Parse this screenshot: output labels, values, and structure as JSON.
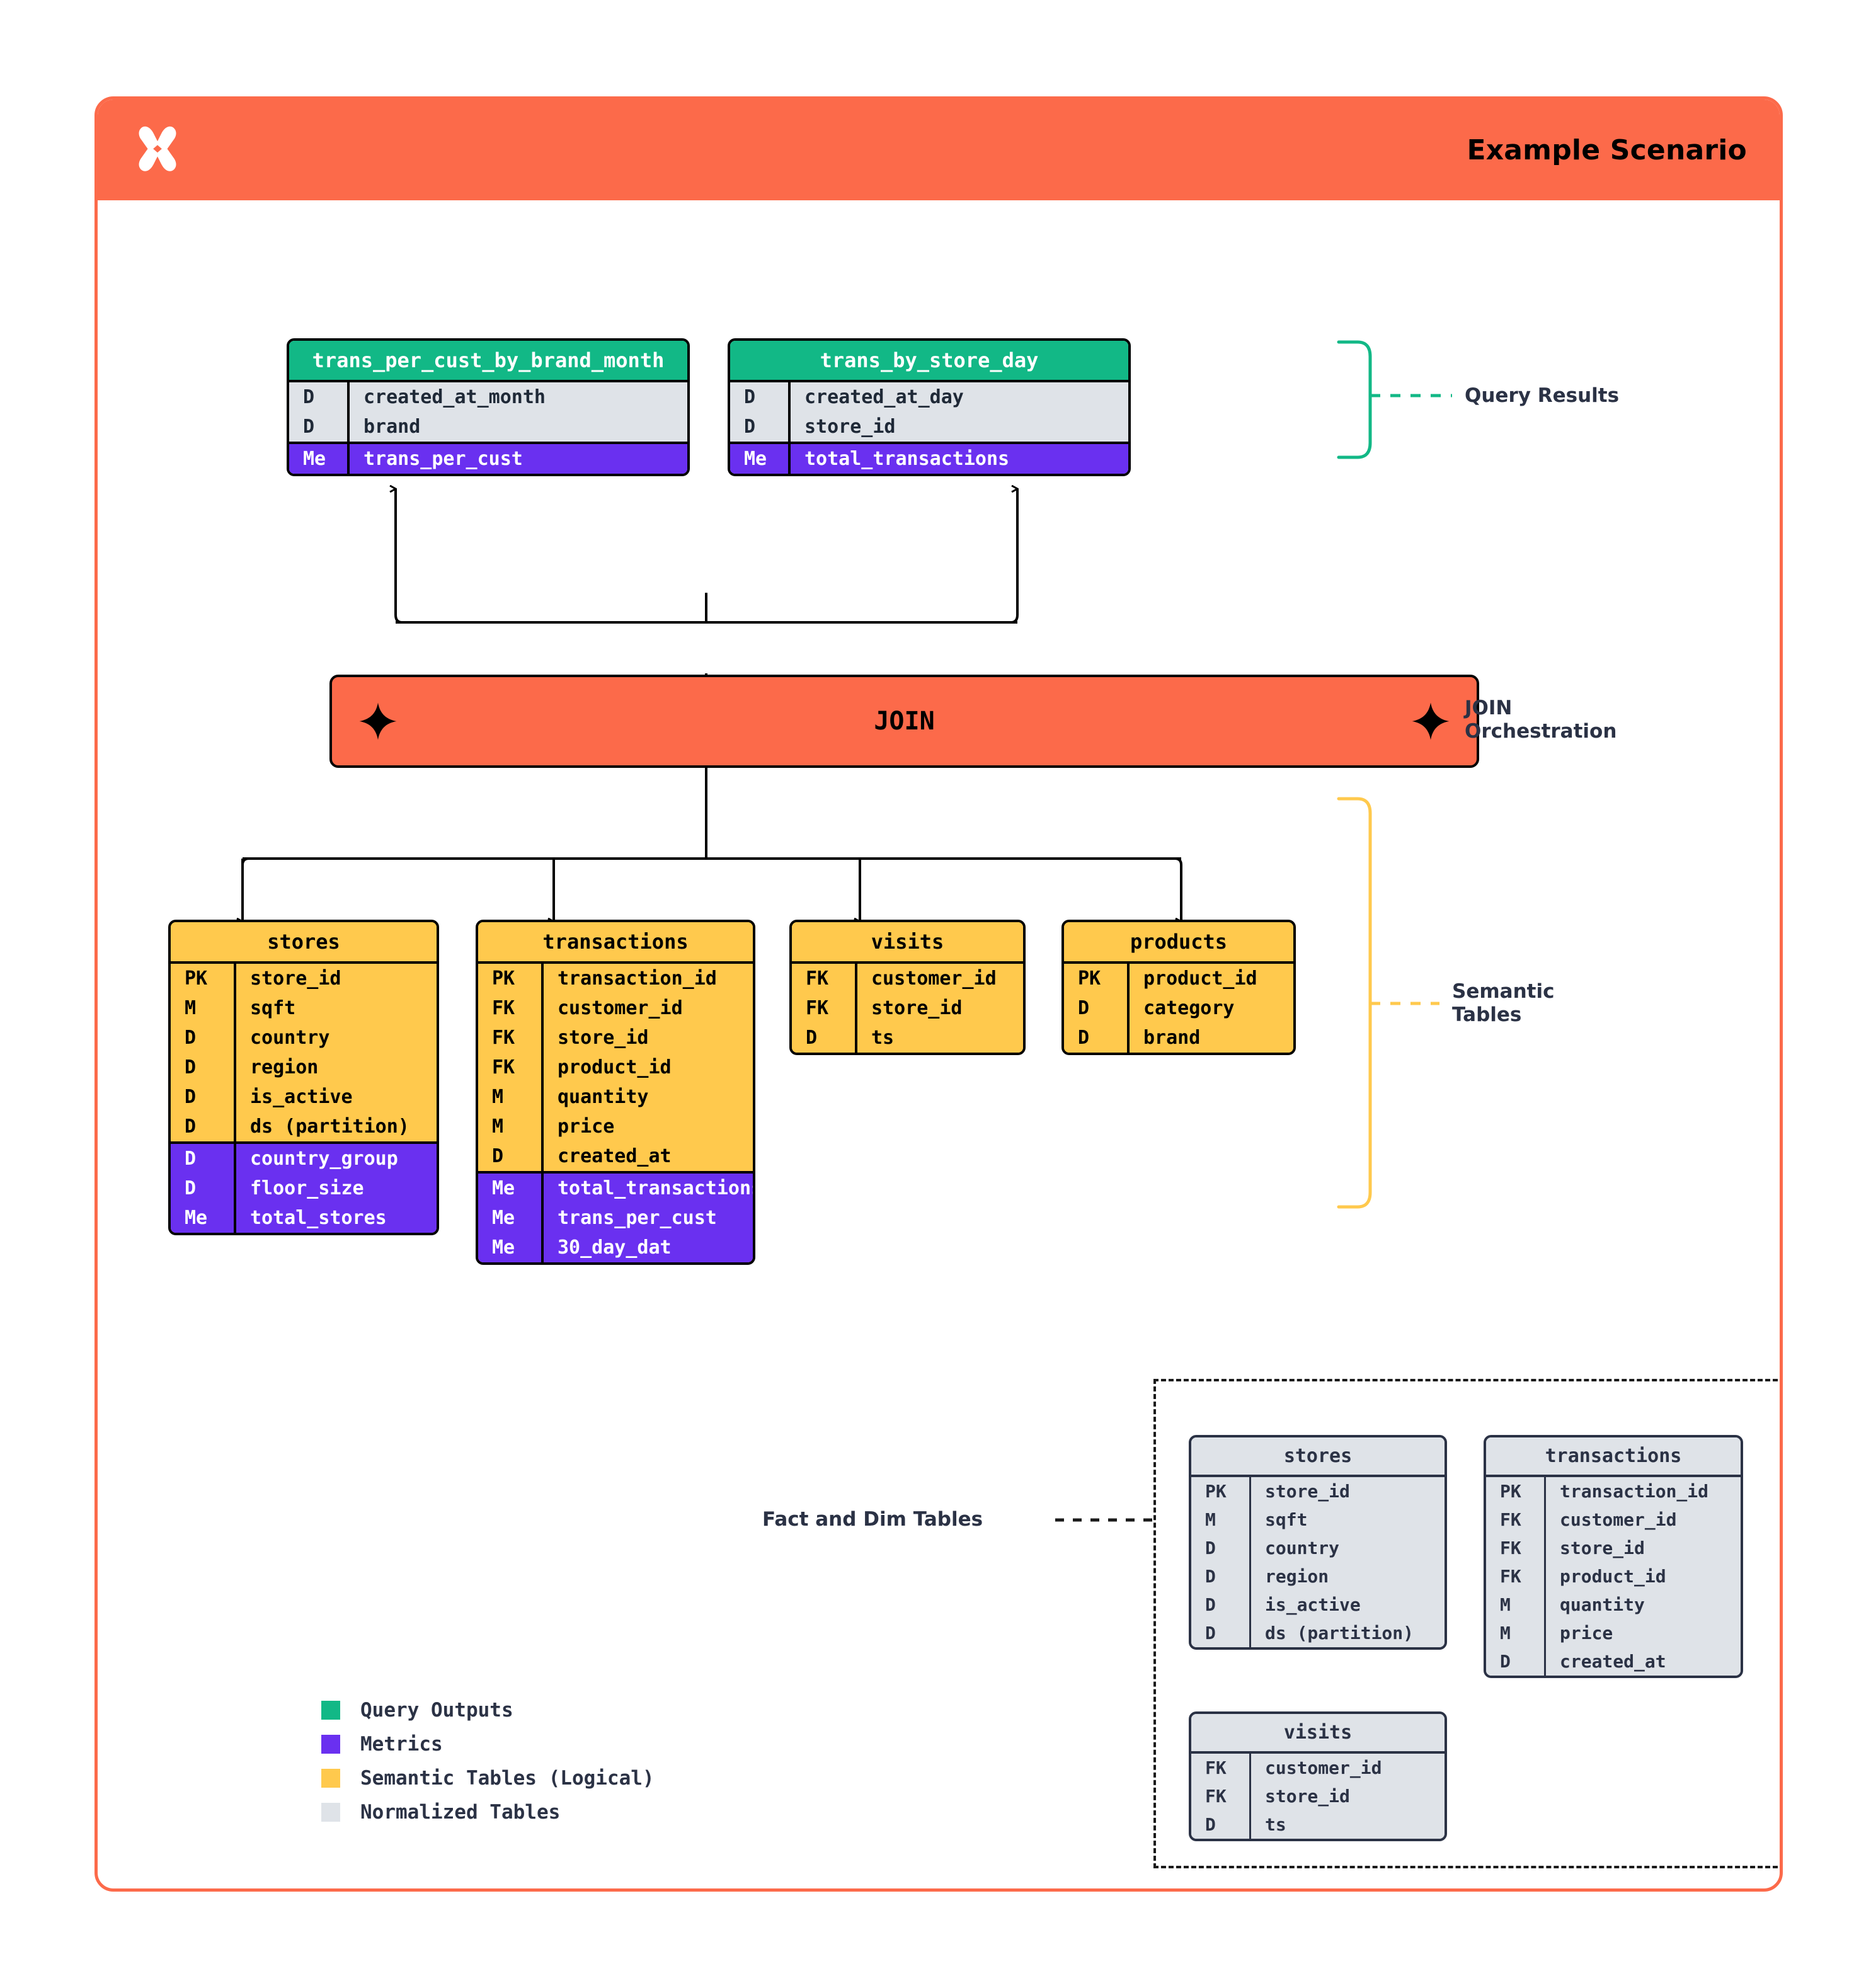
{
  "header": {
    "title": "Example Scenario",
    "logo_icon": "x-star-logo-icon",
    "background_color": "#FC6A4A"
  },
  "colors": {
    "query_output": "#12B886",
    "metrics": "#6A30F0",
    "semantic": "#FFC94D",
    "normalized": "#DFE3E8",
    "accent": "#FC6A4A",
    "ink": "#2B3245"
  },
  "query_results": {
    "label": "Query Results",
    "tables": [
      {
        "name": "trans_per_cust_by_brand_month",
        "dims": [
          {
            "kind": "D",
            "field": "created_at_month"
          },
          {
            "kind": "D",
            "field": "brand"
          }
        ],
        "metrics": [
          {
            "kind": "Me",
            "field": "trans_per_cust"
          }
        ]
      },
      {
        "name": "trans_by_store_day",
        "dims": [
          {
            "kind": "D",
            "field": "created_at_day"
          },
          {
            "kind": "D",
            "field": "store_id"
          }
        ],
        "metrics": [
          {
            "kind": "Me",
            "field": "total_transactions"
          }
        ]
      }
    ]
  },
  "join": {
    "label": "JOIN",
    "annotation": "JOIN\nOrchestration",
    "left_icon": "four-point-star-icon",
    "right_icon": "four-point-star-icon"
  },
  "semantic_tables": {
    "label": "Semantic\nTables",
    "tables": [
      {
        "name": "stores",
        "dims": [
          {
            "kind": "PK",
            "field": "store_id"
          },
          {
            "kind": "M",
            "field": "sqft"
          },
          {
            "kind": "D",
            "field": "country"
          },
          {
            "kind": "D",
            "field": "region"
          },
          {
            "kind": "D",
            "field": "is_active"
          },
          {
            "kind": "D",
            "field": "ds (partition)"
          }
        ],
        "metrics": [
          {
            "kind": "D",
            "field": "country_group"
          },
          {
            "kind": "D",
            "field": "floor_size"
          },
          {
            "kind": "Me",
            "field": "total_stores"
          }
        ]
      },
      {
        "name": "transactions",
        "dims": [
          {
            "kind": "PK",
            "field": "transaction_id"
          },
          {
            "kind": "FK",
            "field": "customer_id"
          },
          {
            "kind": "FK",
            "field": "store_id"
          },
          {
            "kind": "FK",
            "field": "product_id"
          },
          {
            "kind": "M",
            "field": "quantity"
          },
          {
            "kind": "M",
            "field": "price"
          },
          {
            "kind": "D",
            "field": "created_at"
          }
        ],
        "metrics": [
          {
            "kind": "Me",
            "field": "total_transactions"
          },
          {
            "kind": "Me",
            "field": "trans_per_cust"
          },
          {
            "kind": "Me",
            "field": "30_day_dat"
          }
        ]
      },
      {
        "name": "visits",
        "dims": [
          {
            "kind": "FK",
            "field": "customer_id"
          },
          {
            "kind": "FK",
            "field": "store_id"
          },
          {
            "kind": "D",
            "field": "ts"
          }
        ],
        "metrics": []
      },
      {
        "name": "products",
        "dims": [
          {
            "kind": "PK",
            "field": "product_id"
          },
          {
            "kind": "D",
            "field": "category"
          },
          {
            "kind": "D",
            "field": "brand"
          }
        ],
        "metrics": []
      }
    ]
  },
  "fact_and_dim": {
    "label": "Fact and Dim Tables",
    "tables": [
      {
        "name": "stores",
        "dims": [
          {
            "kind": "PK",
            "field": "store_id"
          },
          {
            "kind": "M",
            "field": "sqft"
          },
          {
            "kind": "D",
            "field": "country"
          },
          {
            "kind": "D",
            "field": "region"
          },
          {
            "kind": "D",
            "field": "is_active"
          },
          {
            "kind": "D",
            "field": "ds (partition)"
          }
        ]
      },
      {
        "name": "transactions",
        "dims": [
          {
            "kind": "PK",
            "field": "transaction_id"
          },
          {
            "kind": "FK",
            "field": "customer_id"
          },
          {
            "kind": "FK",
            "field": "store_id"
          },
          {
            "kind": "FK",
            "field": "product_id"
          },
          {
            "kind": "M",
            "field": "quantity"
          },
          {
            "kind": "M",
            "field": "price"
          },
          {
            "kind": "D",
            "field": "created_at"
          }
        ]
      },
      {
        "name": "visits",
        "dims": [
          {
            "kind": "FK",
            "field": "customer_id"
          },
          {
            "kind": "FK",
            "field": "store_id"
          },
          {
            "kind": "D",
            "field": "ts"
          }
        ]
      }
    ]
  },
  "legend": {
    "items": [
      {
        "label": "Query Outputs",
        "color": "#12B886"
      },
      {
        "label": "Metrics",
        "color": "#6A30F0"
      },
      {
        "label": "Semantic Tables (Logical)",
        "color": "#FFC94D"
      },
      {
        "label": "Normalized Tables",
        "color": "#DFE3E8"
      }
    ]
  }
}
